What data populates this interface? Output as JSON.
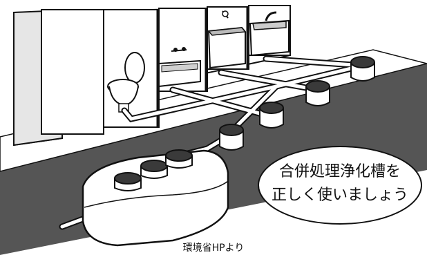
{
  "caption": {
    "line1": "合併処理浄化槽を",
    "line2": "正しく使いましょう"
  },
  "credit": "環境省HPより",
  "colors": {
    "ground": "#555555",
    "outline": "#111111",
    "fill": "#ffffff",
    "wall_shade": "#e6e6e6",
    "lid": "#3a3a3a"
  },
  "icons": [
    "toilet-icon",
    "bathtub-icon",
    "washing-machine-icon",
    "sink-icon",
    "septic-tank-icon",
    "manhole-icon"
  ]
}
